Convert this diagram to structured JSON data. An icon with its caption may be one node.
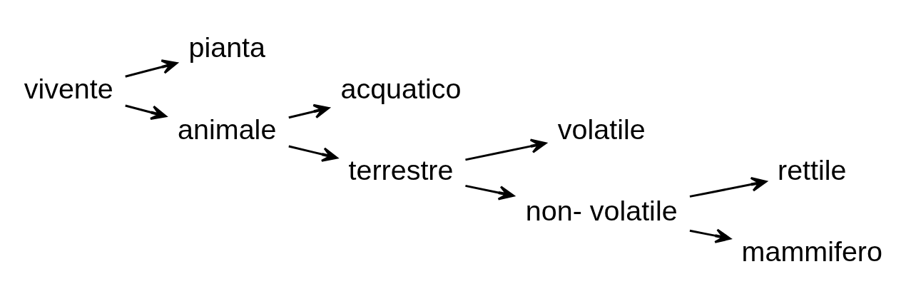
{
  "diagram": {
    "nodes": [
      {
        "text": [
          "vivente"
        ]
      },
      {
        "text": [
          "pianta"
        ]
      },
      {
        "text": [
          "animale"
        ]
      },
      {
        "text": [
          "acquatico"
        ]
      },
      {
        "text": [
          "terrestre"
        ]
      },
      {
        "text": [
          "volatile"
        ]
      },
      {
        "text": [
          "non- volatile"
        ]
      },
      {
        "text": [
          "rettile"
        ]
      },
      {
        "text": [
          "mammifero"
        ]
      }
    ],
    "edges": [
      {
        "from": 0,
        "to": 1,
        "arrow": "to"
      },
      {
        "from": 0,
        "to": 2,
        "arrow": "to"
      },
      {
        "from": 2,
        "to": 3,
        "arrow": "to"
      },
      {
        "from": 2,
        "to": 4,
        "arrow": "to"
      },
      {
        "from": 4,
        "to": 5,
        "arrow": "to"
      },
      {
        "from": 4,
        "to": 6,
        "arrow": "to"
      },
      {
        "from": 6,
        "to": 7,
        "arrow": "to"
      },
      {
        "from": 6,
        "to": 8,
        "arrow": "to"
      }
    ]
  }
}
